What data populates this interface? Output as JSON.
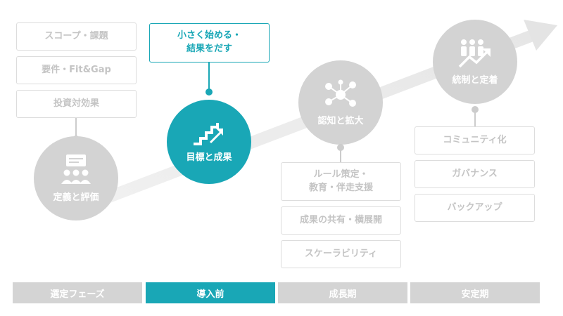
{
  "colors": {
    "accent": "#19a7b6",
    "inactive": "#d3d3d3",
    "text_inactive": "#c4c4c4"
  },
  "stages": [
    {
      "label": "定義と評価",
      "icon": "meeting-people-icon",
      "active": false,
      "items": [
        "スコープ・課題",
        "要件・Fit&Gap",
        "投資対効果"
      ]
    },
    {
      "label": "目標と成果",
      "icon": "stairs-up-icon",
      "active": true,
      "items_line1": "小さく始める・",
      "items_line2": "結果をだす"
    },
    {
      "label": "認知と拡大",
      "icon": "network-people-icon",
      "active": false,
      "items_first_line1": "ルール策定・",
      "items_first_line2": "教育・伴走支援",
      "items": [
        "成果の共有・横展開",
        "スケーラビリティ"
      ]
    },
    {
      "label": "統制と定着",
      "icon": "group-growth-icon",
      "active": false,
      "items": [
        "コミュニティ化",
        "ガバナンス",
        "バックアップ"
      ]
    }
  ],
  "phases": [
    {
      "label": "選定フェーズ",
      "active": false
    },
    {
      "label": "導入前",
      "active": true
    },
    {
      "label": "成長期",
      "active": false
    },
    {
      "label": "安定期",
      "active": false
    }
  ]
}
